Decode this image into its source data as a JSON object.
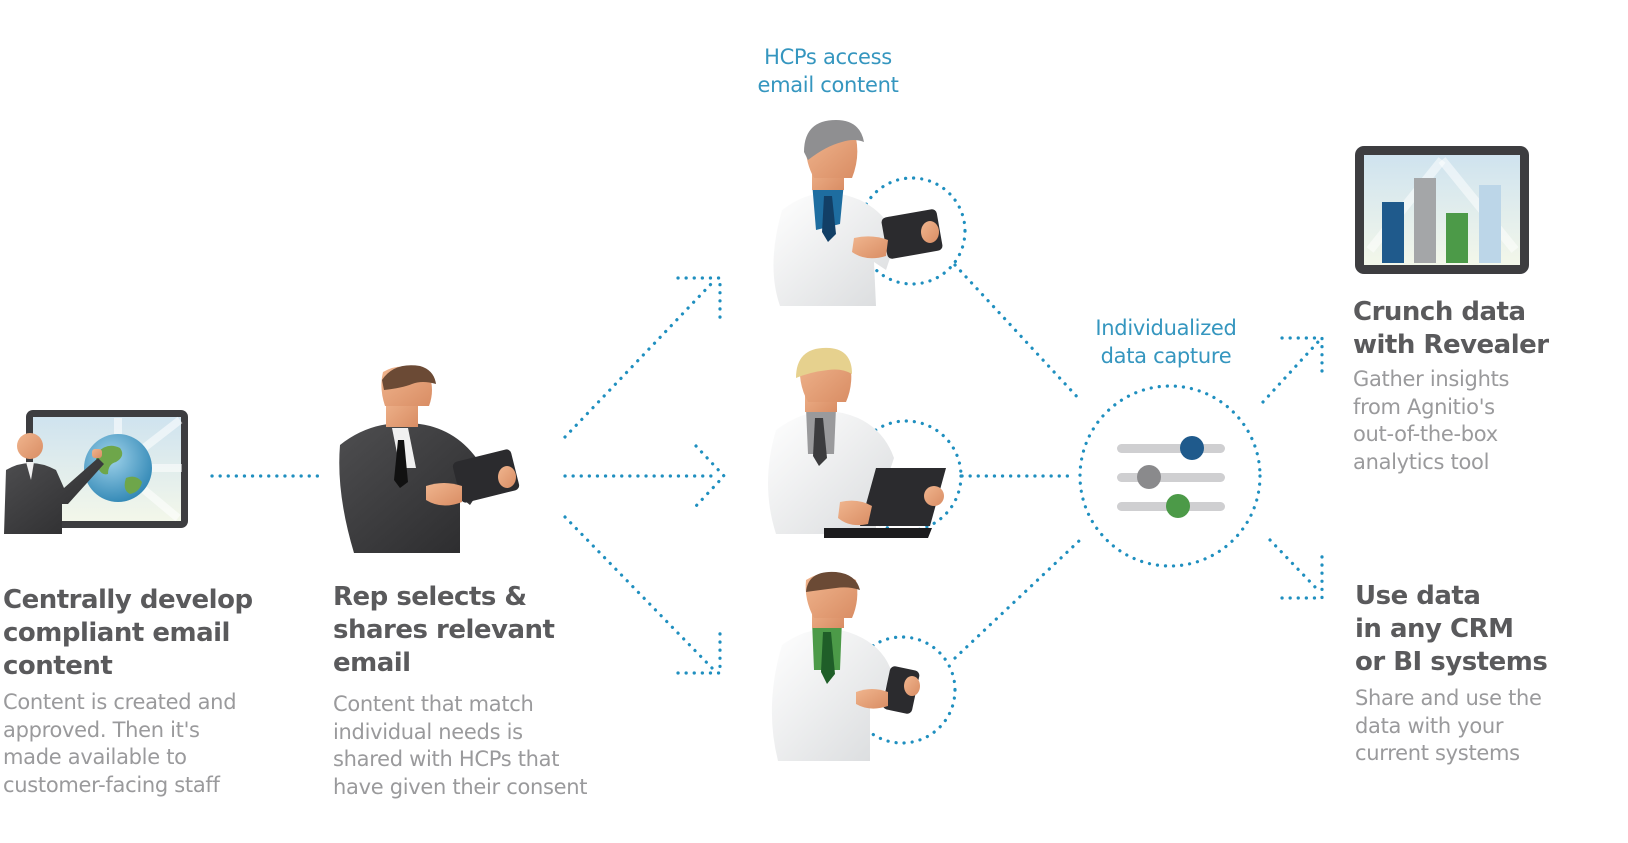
{
  "labels": {
    "hcp_access": [
      "HCPs access",
      "email content"
    ],
    "data_capture": [
      "Individualized",
      "data capture"
    ]
  },
  "steps": [
    {
      "title": [
        "Centrally develop",
        "compliant email",
        "content"
      ],
      "desc": [
        "Content is created and",
        "approved. Then it's",
        "made available to",
        "customer-facing staff"
      ]
    },
    {
      "title": [
        "Rep selects &",
        "shares relevant",
        "email"
      ],
      "desc": [
        "Content that match",
        "individual needs is",
        "shared with HCPs that",
        "have given their consent"
      ]
    },
    {
      "title": [
        "Crunch data",
        "with Revealer"
      ],
      "desc": [
        "Gather insights",
        "from Agnitio's",
        "out-of-the-box",
        "analytics tool"
      ]
    },
    {
      "title": [
        "Use data",
        "in any CRM",
        "or BI systems"
      ],
      "desc": [
        "Share and use the",
        "data with your",
        "current systems"
      ]
    }
  ],
  "colors": {
    "dots": "#1f8fbf",
    "heading": "#5a5a5c",
    "body": "#9a9a9c",
    "label": "#3596bf",
    "slider_1": "#1f5a8c",
    "slider_2": "#8a8a8c",
    "slider_3": "#4c9a48"
  },
  "icons": [
    "presenter-screen-icon",
    "rep-tablet-icon",
    "doctor-tablet-icon",
    "doctor-laptop-icon",
    "doctor-phone-icon",
    "sliders-icon",
    "bar-chart-tablet-icon"
  ]
}
